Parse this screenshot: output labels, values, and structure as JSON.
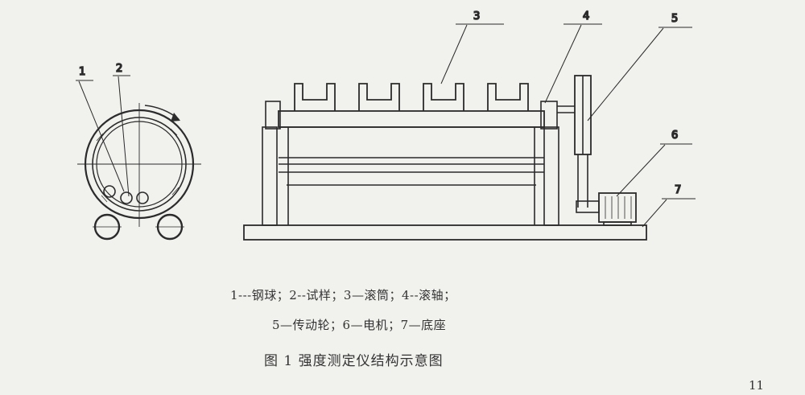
{
  "diagram": {
    "cross_section_labels": [
      "1",
      "2"
    ],
    "side_view_labels": [
      "3",
      "4",
      "5",
      "6",
      "7"
    ]
  },
  "legend": {
    "line1": "1---钢球；2--试样；3—滚筒；4--滚轴；",
    "line2": "5—传动轮；6—电机；7—底座"
  },
  "figure_title": "图 1    强度测定仪结构示意图",
  "page_number": "11"
}
